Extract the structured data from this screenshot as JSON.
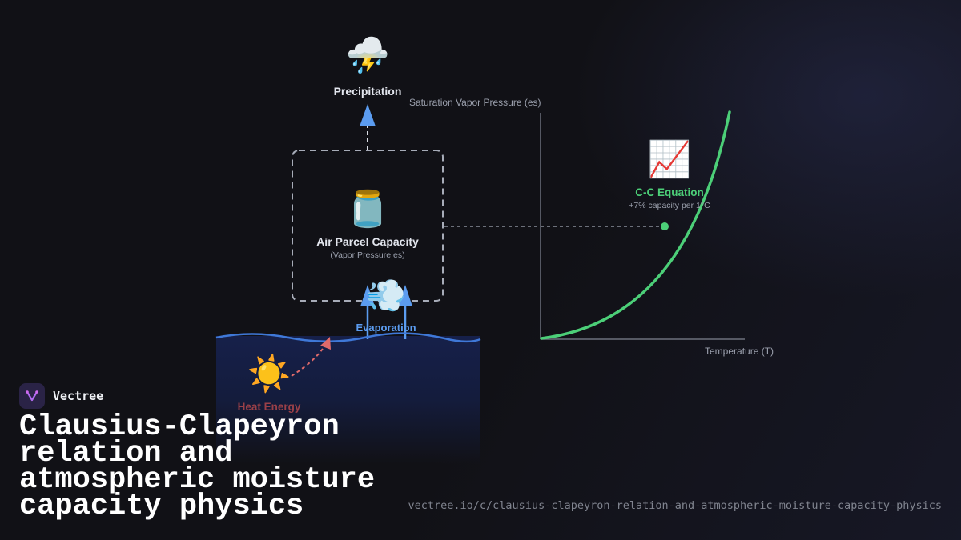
{
  "diagram": {
    "precipitation": {
      "icon": "thunder-cloud-rain-icon",
      "glyph": "⛈️",
      "label": "Precipitation"
    },
    "air_parcel": {
      "icon": "jar-icon",
      "glyph": "🫙",
      "label": "Air Parcel Capacity",
      "sublabel": "(Vapor Pressure es)"
    },
    "evaporation": {
      "icon": "wind-puff-icon",
      "glyph": "💨",
      "label": "Evaporation"
    },
    "heat": {
      "icon": "sun-icon",
      "glyph": "☀️",
      "label": "Heat Energy"
    },
    "cc_equation": {
      "icon": "chart-increasing-icon",
      "glyph": "📈",
      "label": "C-C Equation",
      "sublabel": "+7% capacity per 1°C"
    },
    "graph": {
      "ylabel": "Saturation Vapor Pressure (es)",
      "xlabel": "Temperature (T)"
    },
    "colors": {
      "arrow_blue": "#5b9cf0",
      "curve_green": "#4ccf78",
      "heat_red": "#e06a6a",
      "box_dash": "#a7acb8"
    }
  },
  "brand": {
    "name": "Vectree",
    "logo_icon": "vectree-logo-icon"
  },
  "title": "Clausius-Clapeyron relation and atmospheric moisture capacity physics",
  "url": "vectree.io/c/clausius-clapeyron-relation-and-atmospheric-moisture-capacity-physics"
}
